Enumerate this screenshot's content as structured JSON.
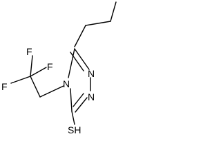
{
  "molecule": {
    "atoms": {
      "f_top": "F",
      "f_left": "F",
      "f_right": "F",
      "n_ring_4": "N",
      "n_ring_2": "N",
      "n_ring_1": "N",
      "sh": "SH"
    }
  }
}
